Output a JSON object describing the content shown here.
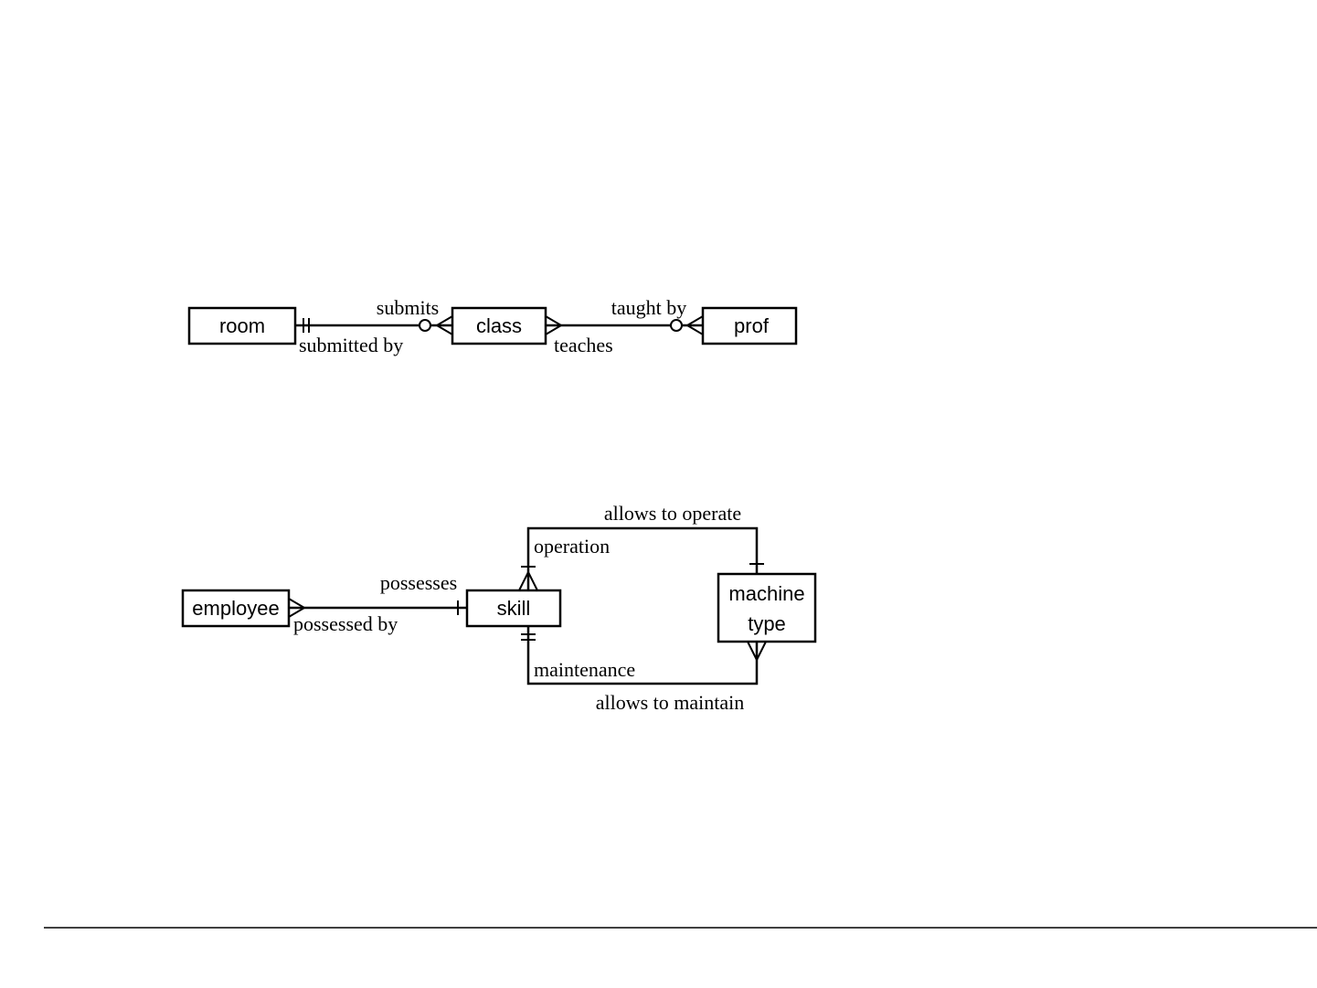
{
  "diagram1": {
    "entities": {
      "room": "room",
      "class": "class",
      "prof": "prof"
    },
    "labels": {
      "submits": "submits",
      "submitted_by": "submitted by",
      "taught_by": "taught by",
      "teaches": "teaches"
    }
  },
  "diagram2": {
    "entities": {
      "employee": "employee",
      "skill": "skill",
      "machine_type_line1": "machine",
      "machine_type_line2": "type"
    },
    "labels": {
      "possesses": "possesses",
      "possessed_by": "possessed by",
      "allows_to_operate": "allows to operate",
      "operation": "operation",
      "maintenance": "maintenance",
      "allows_to_maintain": "allows to maintain"
    }
  }
}
